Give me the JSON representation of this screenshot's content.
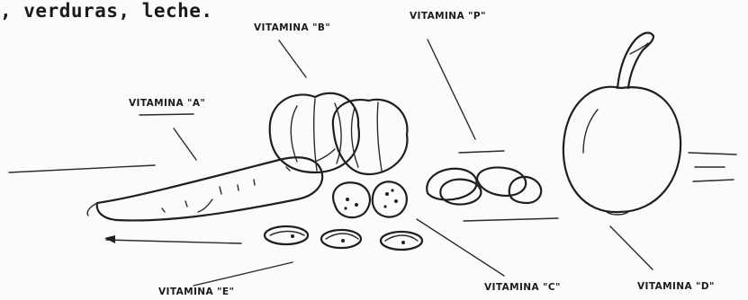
{
  "document": {
    "typed_line": ", verduras, leche."
  },
  "labels": {
    "vitamin_a": "VITAMINA \"A\"",
    "vitamin_b": "VITAMINA \"B\"",
    "vitamin_p": "VITAMINA \"P\"",
    "vitamin_c": "VITAMINA \"C\"",
    "vitamin_d": "VITAMINA \"D\"",
    "vitamin_e": "VITAMINA \"E\""
  }
}
